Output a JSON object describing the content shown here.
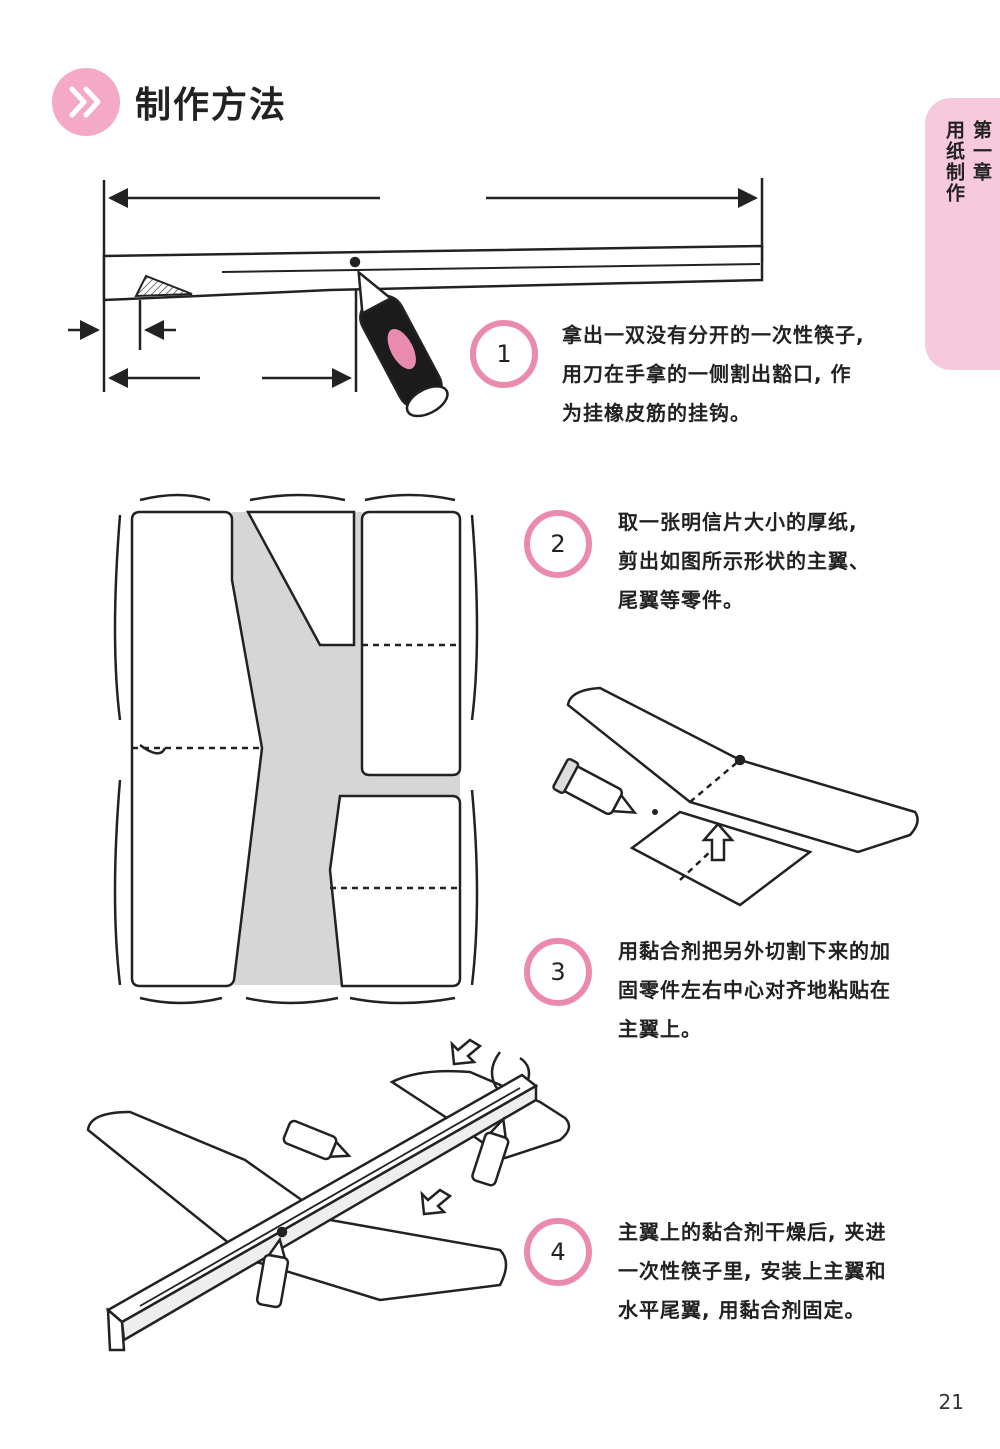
{
  "header": {
    "title": "制作方法",
    "badge_icon": "double-chevron-icon",
    "accent_color": "#f4a9c6"
  },
  "chapter_tab": {
    "chapter": "第一章",
    "section": "用纸制作",
    "color": "#f7c9dc"
  },
  "steps": [
    {
      "number": "1",
      "lines": [
        "拿出一双没有分开的一次性筷子,",
        "用刀在手拿的一侧割出豁口, 作",
        "为挂橡皮筋的挂钩。"
      ]
    },
    {
      "number": "2",
      "lines": [
        "取一张明信片大小的厚纸,",
        "剪出如图所示形状的主翼、",
        "尾翼等零件。"
      ]
    },
    {
      "number": "3",
      "lines": [
        "用黏合剂把另外切割下来的加",
        "固零件左右中心对齐地粘贴在",
        "主翼上。"
      ]
    },
    {
      "number": "4",
      "lines": [
        "主翼上的黏合剂干燥后, 夹进",
        "一次性筷子里, 安装上主翼和",
        "水平尾翼, 用黏合剂固定。"
      ]
    }
  ],
  "illustrations": {
    "step1": "chopstick-cut-diagram",
    "step2": "cardboard-cutting-template",
    "step3": "wing-reinforcement-gluing",
    "step4": "plane-assembly"
  },
  "page_number": "21"
}
